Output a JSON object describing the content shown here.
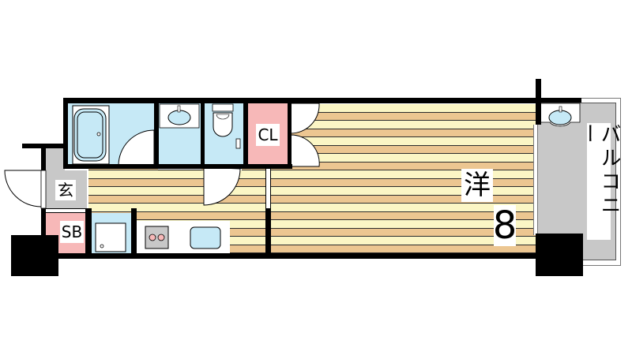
{
  "floorplan": {
    "rooms": {
      "western_room": {
        "label": "洋",
        "size": "8"
      },
      "closet": {
        "label": "CL"
      },
      "entrance": {
        "label": "玄"
      },
      "shoe_box": {
        "label": "SB"
      },
      "balcony": {
        "label": "バルコニー"
      }
    },
    "colors": {
      "floor_light": "#fbf6c5",
      "floor_dark": "#ecc691",
      "wet_area": "#c6e9f6",
      "closet": "#f7b8b8",
      "entrance": "#c8c8c8",
      "balcony": "#c8c8c8",
      "wall": "#000000"
    }
  }
}
